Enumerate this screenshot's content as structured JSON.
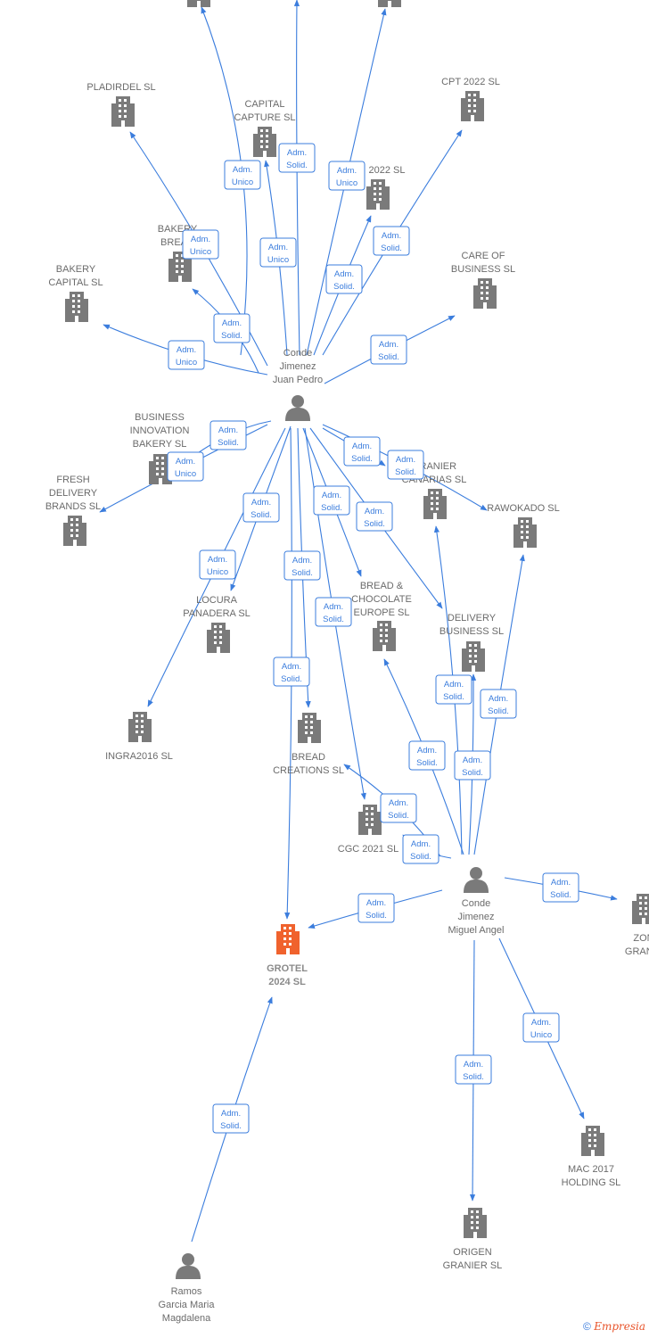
{
  "people": [
    {
      "id": "p1",
      "lines": [
        "Conde",
        "Jimenez",
        "Juan Pedro"
      ]
    },
    {
      "id": "p2",
      "lines": [
        "Conde",
        "Jimenez",
        "Miguel Angel"
      ]
    },
    {
      "id": "p3",
      "lines": [
        "Ramos",
        "Garcia Maria",
        "Magdalena"
      ]
    }
  ],
  "companies": [
    {
      "id": "pladirdel",
      "lines": [
        "PLADIRDEL SL"
      ]
    },
    {
      "id": "capital_capture",
      "lines": [
        "CAPITAL",
        "CAPTURE SL"
      ]
    },
    {
      "id": "cpt2022",
      "lines": [
        "CPT 2022 SL"
      ]
    },
    {
      "id": "x2022",
      "lines": [
        "2022 SL"
      ]
    },
    {
      "id": "bakery_bread",
      "lines": [
        "BAKERY",
        "BREAD"
      ]
    },
    {
      "id": "care_business",
      "lines": [
        "CARE OF",
        "BUSINESS SL"
      ]
    },
    {
      "id": "bakery_capital",
      "lines": [
        "BAKERY",
        "CAPITAL SL"
      ]
    },
    {
      "id": "business_innovation",
      "lines": [
        "BUSINESS",
        "INNOVATION",
        "BAKERY SL"
      ]
    },
    {
      "id": "fresh_delivery",
      "lines": [
        "FRESH",
        "DELIVERY",
        "BRANDS SL"
      ]
    },
    {
      "id": "granier_canarias",
      "lines": [
        "GRANIER",
        "CANARIAS SL"
      ]
    },
    {
      "id": "rawokado",
      "lines": [
        "RAWOKADO SL"
      ]
    },
    {
      "id": "locura",
      "lines": [
        "LOCURA",
        "PANADERA SL"
      ]
    },
    {
      "id": "bread_chocolate",
      "lines": [
        "BREAD &",
        "CHOCOLATE",
        "EUROPE SL"
      ]
    },
    {
      "id": "delivery_business",
      "lines": [
        "DELIVERY",
        "BUSINESS SL"
      ]
    },
    {
      "id": "ingra2016",
      "lines": [
        "INGRA2016 SL"
      ]
    },
    {
      "id": "bread_creations",
      "lines": [
        "BREAD",
        "CREATIONS SL"
      ]
    },
    {
      "id": "cgc2021",
      "lines": [
        "CGC 2021 SL"
      ]
    },
    {
      "id": "grotel",
      "lines": [
        "GROTEL",
        "2024 SL"
      ],
      "highlight": true
    },
    {
      "id": "zon_granier",
      "lines": [
        "ZON",
        "GRANIE"
      ]
    },
    {
      "id": "mac2017",
      "lines": [
        "MAC 2017",
        "HOLDING SL"
      ]
    },
    {
      "id": "origen_granier",
      "lines": [
        "ORIGEN",
        "GRANIER SL"
      ]
    },
    {
      "id": "top_left_offscreen",
      "lines": []
    },
    {
      "id": "top_right_offscreen",
      "lines": []
    }
  ],
  "relations": [
    {
      "from": "p1",
      "to": "top_left_offscreen",
      "role": [
        "Adm.",
        "Unico"
      ]
    },
    {
      "from": "p1",
      "to": "capital_capture",
      "role": [
        "Adm.",
        "Unico"
      ]
    },
    {
      "from": "p1",
      "to": "top_left_offscreen",
      "role": [
        "Adm.",
        "Solid."
      ]
    },
    {
      "from": "p1",
      "to": "top_right_offscreen",
      "role": [
        "Adm.",
        "Unico"
      ]
    },
    {
      "from": "p1",
      "to": "pladirdel",
      "role": [
        "Adm.",
        "Unico"
      ]
    },
    {
      "from": "p1",
      "to": "x2022",
      "role": [
        "Adm.",
        "Solid."
      ]
    },
    {
      "from": "p1",
      "to": "cpt2022",
      "role": [
        "Adm.",
        "Solid."
      ]
    },
    {
      "from": "p1",
      "to": "bakery_bread",
      "role": [
        "Adm.",
        "Solid."
      ]
    },
    {
      "from": "p1",
      "to": "bakery_capital",
      "role": [
        "Adm.",
        "Unico"
      ]
    },
    {
      "from": "p1",
      "to": "care_business",
      "role": [
        "Adm.",
        "Solid."
      ]
    },
    {
      "from": "p1",
      "to": "business_innovation",
      "role": [
        "Adm.",
        "Solid."
      ]
    },
    {
      "from": "p1",
      "to": "fresh_delivery",
      "role": [
        "Adm.",
        "Unico"
      ]
    },
    {
      "from": "p1",
      "to": "granier_canarias",
      "role": [
        "Adm.",
        "Solid."
      ]
    },
    {
      "from": "p1",
      "to": "rawokado",
      "role": [
        "Adm.",
        "Solid."
      ]
    },
    {
      "from": "p1",
      "to": "locura",
      "role": [
        "Adm.",
        "Solid."
      ]
    },
    {
      "from": "p1",
      "to": "ingra2016",
      "role": [
        "Adm.",
        "Unico"
      ]
    },
    {
      "from": "p1",
      "to": "bread_chocolate",
      "role": [
        "Adm.",
        "Solid."
      ]
    },
    {
      "from": "p1",
      "to": "delivery_business",
      "role": [
        "Adm.",
        "Solid."
      ]
    },
    {
      "from": "p1",
      "to": "bread_creations",
      "role": [
        "Adm.",
        "Solid."
      ]
    },
    {
      "from": "p1",
      "to": "cgc2021",
      "role": [
        "Adm.",
        "Solid."
      ]
    },
    {
      "from": "p1",
      "to": "grotel",
      "role": [
        "Adm.",
        "Solid."
      ]
    },
    {
      "from": "p2",
      "to": "granier_canarias",
      "role": [
        "Adm.",
        "Solid."
      ]
    },
    {
      "from": "p2",
      "to": "delivery_business",
      "role": [
        "Adm.",
        "Solid."
      ]
    },
    {
      "from": "p2",
      "to": "rawokado",
      "role": [
        "Adm.",
        "Solid."
      ]
    },
    {
      "from": "p2",
      "to": "bread_chocolate",
      "role": [
        "Adm.",
        "Solid."
      ]
    },
    {
      "from": "p2",
      "to": "bread_creations",
      "role": [
        "Adm.",
        "Solid."
      ]
    },
    {
      "from": "p2",
      "to": "cgc2021",
      "role": [
        "Adm.",
        "Solid."
      ]
    },
    {
      "from": "p2",
      "to": "grotel",
      "role": [
        "Adm.",
        "Solid."
      ]
    },
    {
      "from": "p2",
      "to": "zon_granier",
      "role": [
        "Adm.",
        "Solid."
      ]
    },
    {
      "from": "p2",
      "to": "mac2017",
      "role": [
        "Adm.",
        "Unico"
      ]
    },
    {
      "from": "p2",
      "to": "origen_granier",
      "role": [
        "Adm.",
        "Solid."
      ]
    },
    {
      "from": "p3",
      "to": "grotel",
      "role": [
        "Adm.",
        "Solid."
      ]
    }
  ],
  "footer": {
    "copyright": "©",
    "brand": "Empresia"
  },
  "colors": {
    "edge": "#3b7ddd",
    "building": "#7a7a7a",
    "highlight_building": "#f0622d",
    "person": "#7a7a7a"
  }
}
